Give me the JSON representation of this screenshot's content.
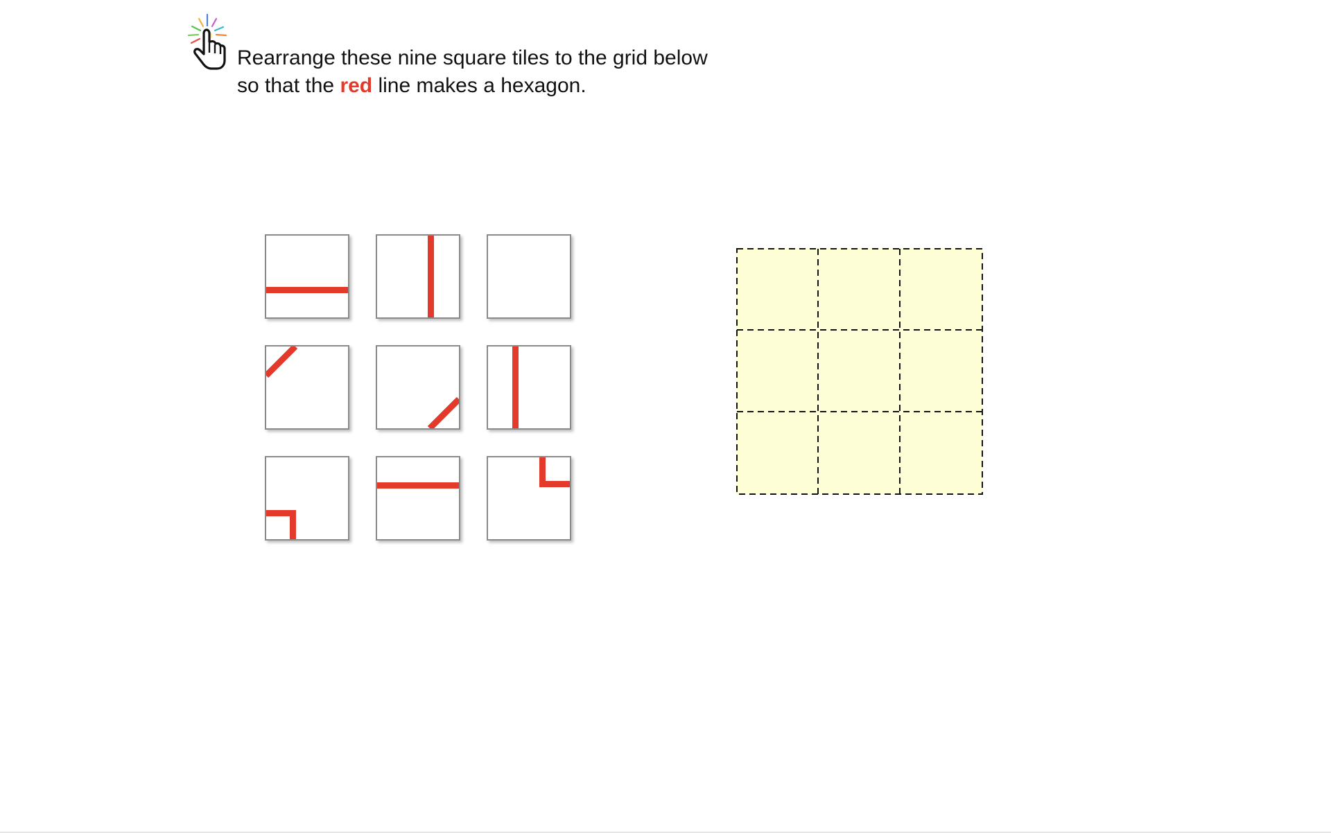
{
  "instruction": {
    "line1": "Rearrange these nine square tiles to the grid below",
    "line2_before": "so that the ",
    "line2_highlight": "red",
    "line2_after": " line makes a hexagon.",
    "icon": "pointing-hand-cursor-icon"
  },
  "colors": {
    "line": "#e43a2b",
    "grid_fill": "#fefed6",
    "grid_border": "#111111",
    "tile_border": "#8a8a8a"
  },
  "tiles": [
    {
      "id": "tile-1",
      "pattern": "horizontal-line-lower"
    },
    {
      "id": "tile-2",
      "pattern": "vertical-line-right"
    },
    {
      "id": "tile-3",
      "pattern": "blank"
    },
    {
      "id": "tile-4",
      "pattern": "diagonal-top-left-corner"
    },
    {
      "id": "tile-5",
      "pattern": "diagonal-bottom-right-corner"
    },
    {
      "id": "tile-6",
      "pattern": "vertical-line-left"
    },
    {
      "id": "tile-7",
      "pattern": "corner-bottom-left"
    },
    {
      "id": "tile-8",
      "pattern": "horizontal-line-upper"
    },
    {
      "id": "tile-9",
      "pattern": "corner-top-right"
    }
  ],
  "target_grid": {
    "rows": 3,
    "cols": 3
  }
}
